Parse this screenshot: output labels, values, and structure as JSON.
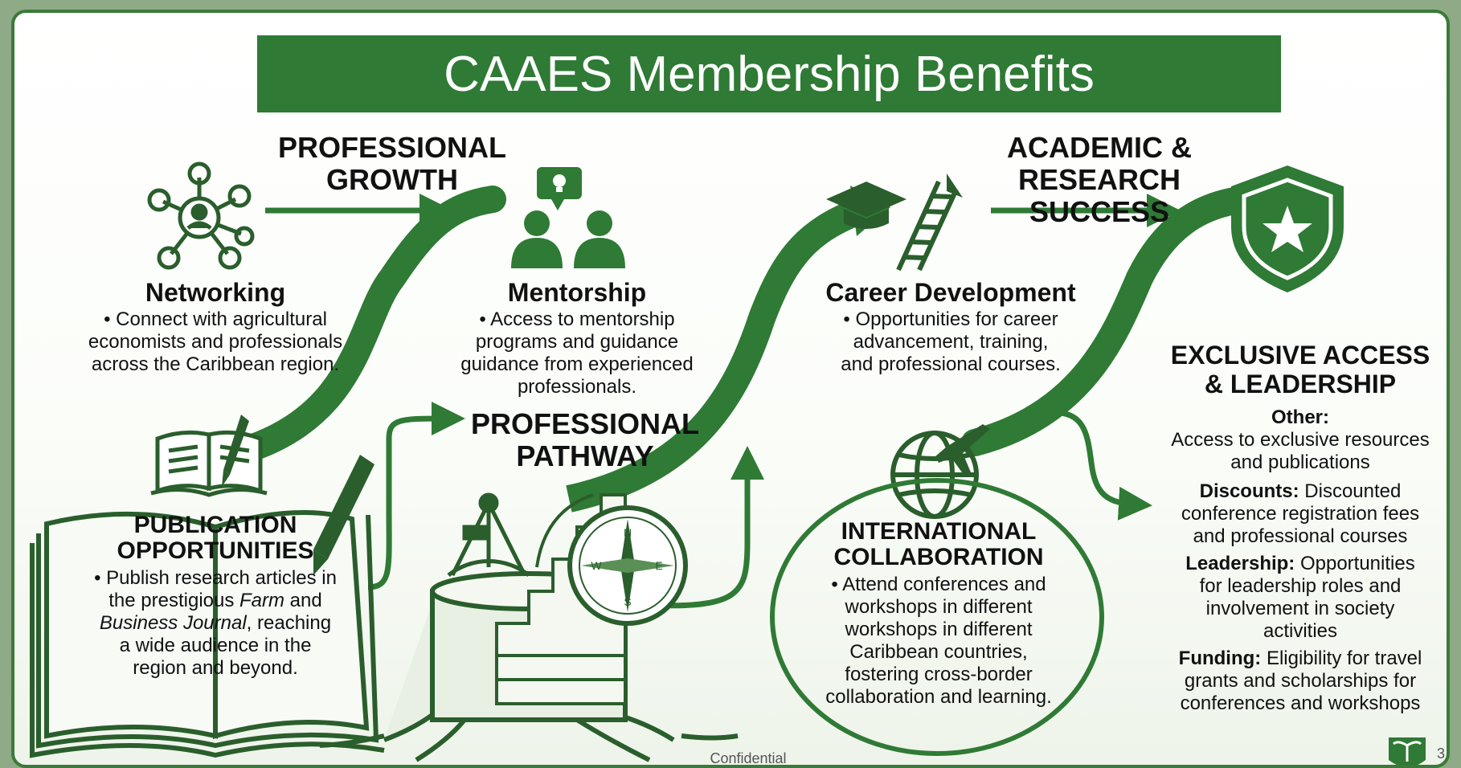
{
  "title": "CAAES Membership Benefits",
  "sections": {
    "professional_growth": "PROFESSIONAL\nGROWTH",
    "academic_research": "ACADEMIC & RESEARCH\nSUCCESS",
    "professional_pathway": "PROFESSIONAL\nPATHWAY",
    "exclusive_access": "EXCLUSIVE ACCESS\n& LEADERSHIP"
  },
  "networking": {
    "heading": "Networking",
    "text": "• Connect with agricultural\neconomists and professionals\nacross the Caribbean region."
  },
  "mentorship": {
    "heading": "Mentorship",
    "text": "• Access to mentorship\nprograms and guidance\nguidance from experienced\nprofessionals."
  },
  "career": {
    "heading": "Career Development",
    "text": "• Opportunities for career\nadvancement, training,\nand professional courses."
  },
  "publication": {
    "heading": "PUBLICATION\nOPPORTUNITIES",
    "line1": "• Publish research articles in",
    "line2_pre": "the prestigious ",
    "line2_em": "Farm",
    "line2_post": " and",
    "line3_em": "Business Journal",
    "line3_post": ", reaching",
    "line4": "a wide audience in the",
    "line5": "region and beyond."
  },
  "international": {
    "heading": "INTERNATIONAL\nCOLLABORATION",
    "text": "• Attend conferences and\nworkshops in different\nworkshops in different\nCaribbean countries,\nfostering cross-border\ncollaboration and learning."
  },
  "exclusive": {
    "other_label": "Other:",
    "other_text": "Access to exclusive resources\nand publications",
    "discounts_label": "Discounts:",
    "discounts_text": " Discounted\nconference registration fees\nand professional courses",
    "leadership_label": "Leadership:",
    "leadership_text": " Opportunities\nfor leadership roles and\ninvolvement in society\nactivities",
    "funding_label": "Funding:",
    "funding_text": " Eligibility for travel\ngrants and scholarships for\nconferences and workshops"
  },
  "compass_letters": {
    "n": "N",
    "e": "E",
    "s": "S",
    "w": "W"
  },
  "footer": {
    "confidential": "Confidential",
    "page": "3"
  },
  "colors": {
    "green": "#2f7a35",
    "dark_green": "#2a5e2c",
    "border": "#3b7a3a"
  },
  "icons": [
    "network-icon",
    "mentorship-icon",
    "graduation-ladder-icon",
    "shield-star-icon",
    "open-journal-icon",
    "pen-icon",
    "globe-plane-icon",
    "sextant-icon",
    "compass-icon",
    "palm-logo-icon"
  ]
}
